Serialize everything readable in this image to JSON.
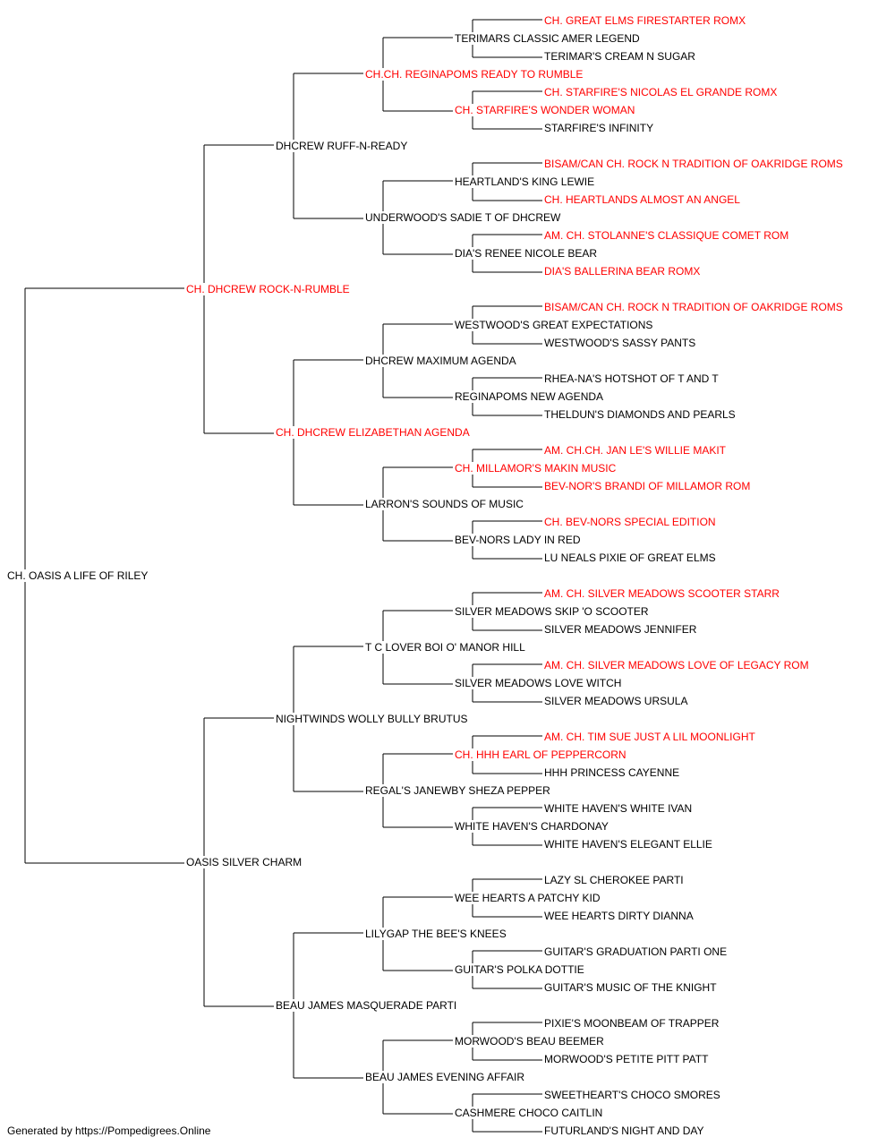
{
  "pedigree": {
    "subject": {
      "name": "CH. OASIS A LIFE OF RILEY",
      "champion": false
    },
    "sire": {
      "name": "CH. DHCREW ROCK-N-RUMBLE",
      "champion": true,
      "sire": {
        "name": "DHCREW RUFF-N-READY",
        "champion": false,
        "sire": {
          "name": "CH.CH. REGINAPOMS READY TO RUMBLE",
          "champion": true,
          "sire": {
            "name": "TERIMARS CLASSIC AMER LEGEND",
            "champion": false,
            "sire": {
              "name": "CH. GREAT ELMS FIRESTARTER ROMX",
              "champion": true
            },
            "dam": {
              "name": "TERIMAR'S CREAM N SUGAR",
              "champion": false
            }
          },
          "dam": {
            "name": "CH. STARFIRE'S WONDER WOMAN",
            "champion": true,
            "sire": {
              "name": "CH. STARFIRE'S NICOLAS EL GRANDE ROMX",
              "champion": true
            },
            "dam": {
              "name": "STARFIRE'S INFINITY",
              "champion": false
            }
          }
        },
        "dam": {
          "name": "UNDERWOOD'S SADIE T OF DHCREW",
          "champion": false,
          "sire": {
            "name": "HEARTLAND'S KING LEWIE",
            "champion": false,
            "sire": {
              "name": "BISAM/CAN CH. ROCK N TRADITION OF OAKRIDGE ROMS",
              "champion": true
            },
            "dam": {
              "name": "CH. HEARTLANDS ALMOST AN ANGEL",
              "champion": true
            }
          },
          "dam": {
            "name": "DIA'S RENEE NICOLE BEAR",
            "champion": false,
            "sire": {
              "name": "AM. CH. STOLANNE'S CLASSIQUE COMET ROM",
              "champion": true
            },
            "dam": {
              "name": "DIA'S BALLERINA BEAR ROMX",
              "champion": true
            }
          }
        }
      },
      "dam": {
        "name": "CH. DHCREW ELIZABETHAN AGENDA",
        "champion": true,
        "sire": {
          "name": "DHCREW MAXIMUM AGENDA",
          "champion": false,
          "sire": {
            "name": "WESTWOOD'S GREAT EXPECTATIONS",
            "champion": false,
            "sire": {
              "name": "BISAM/CAN CH. ROCK N TRADITION OF OAKRIDGE ROMS",
              "champion": true
            },
            "dam": {
              "name": "WESTWOOD'S SASSY PANTS",
              "champion": false
            }
          },
          "dam": {
            "name": "REGINAPOMS NEW AGENDA",
            "champion": false,
            "sire": {
              "name": "RHEA-NA'S HOTSHOT OF T AND T",
              "champion": false
            },
            "dam": {
              "name": "THELDUN'S DIAMONDS AND PEARLS",
              "champion": false
            }
          }
        },
        "dam": {
          "name": "LARRON'S SOUNDS OF MUSIC",
          "champion": false,
          "sire": {
            "name": "CH. MILLAMOR'S MAKIN MUSIC",
            "champion": true,
            "sire": {
              "name": "AM. CH.CH. JAN LE'S WILLIE MAKIT",
              "champion": true
            },
            "dam": {
              "name": "BEV-NOR'S BRANDI OF MILLAMOR ROM",
              "champion": true
            }
          },
          "dam": {
            "name": "BEV-NORS LADY IN RED",
            "champion": false,
            "sire": {
              "name": "CH. BEV-NORS SPECIAL EDITION",
              "champion": true
            },
            "dam": {
              "name": "LU NEALS PIXIE OF GREAT ELMS",
              "champion": false
            }
          }
        }
      }
    },
    "dam": {
      "name": "OASIS SILVER CHARM",
      "champion": false,
      "sire": {
        "name": "NIGHTWINDS WOLLY BULLY BRUTUS",
        "champion": false,
        "sire": {
          "name": "T C LOVER BOI O' MANOR HILL",
          "champion": false,
          "sire": {
            "name": "SILVER MEADOWS SKIP 'O SCOOTER",
            "champion": false,
            "sire": {
              "name": "AM. CH. SILVER MEADOWS SCOOTER STARR",
              "champion": true
            },
            "dam": {
              "name": "SILVER MEADOWS JENNIFER",
              "champion": false
            }
          },
          "dam": {
            "name": "SILVER MEADOWS LOVE WITCH",
            "champion": false,
            "sire": {
              "name": "AM. CH. SILVER MEADOWS LOVE OF LEGACY ROM",
              "champion": true
            },
            "dam": {
              "name": "SILVER MEADOWS URSULA",
              "champion": false
            }
          }
        },
        "dam": {
          "name": "REGAL'S JANEWBY SHEZA PEPPER",
          "champion": false,
          "sire": {
            "name": "CH. HHH EARL OF PEPPERCORN",
            "champion": true,
            "sire": {
              "name": "AM. CH. TIM SUE JUST A LIL MOONLIGHT",
              "champion": true
            },
            "dam": {
              "name": "HHH PRINCESS CAYENNE",
              "champion": false
            }
          },
          "dam": {
            "name": "WHITE HAVEN'S CHARDONAY",
            "champion": false,
            "sire": {
              "name": "WHITE HAVEN'S WHITE IVAN",
              "champion": false
            },
            "dam": {
              "name": "WHITE HAVEN'S ELEGANT ELLIE",
              "champion": false
            }
          }
        }
      },
      "dam": {
        "name": "BEAU JAMES MASQUERADE PARTI",
        "champion": false,
        "sire": {
          "name": "LILYGAP THE BEE'S KNEES",
          "champion": false,
          "sire": {
            "name": "WEE HEARTS A PATCHY KID",
            "champion": false,
            "sire": {
              "name": "LAZY SL CHEROKEE PARTI",
              "champion": false
            },
            "dam": {
              "name": "WEE HEARTS DIRTY DIANNA",
              "champion": false
            }
          },
          "dam": {
            "name": "GUITAR'S POLKA DOTTIE",
            "champion": false,
            "sire": {
              "name": "GUITAR'S GRADUATION PARTI ONE",
              "champion": false
            },
            "dam": {
              "name": "GUITAR'S MUSIC OF THE KNIGHT",
              "champion": false
            }
          }
        },
        "dam": {
          "name": "BEAU JAMES EVENING AFFAIR",
          "champion": false,
          "sire": {
            "name": "MORWOOD'S BEAU BEEMER",
            "champion": false,
            "sire": {
              "name": "PIXIE'S MOONBEAM OF TRAPPER",
              "champion": false
            },
            "dam": {
              "name": "MORWOOD'S PETITE PITT PATT",
              "champion": false
            }
          },
          "dam": {
            "name": "CASHMERE CHOCO CAITLIN",
            "champion": false,
            "sire": {
              "name": "SWEETHEART'S CHOCO SMORES",
              "champion": false
            },
            "dam": {
              "name": "FUTURLAND'S NIGHT AND DAY",
              "champion": false
            }
          }
        }
      }
    }
  },
  "footer": "Generated by https://Pompedigrees.Online",
  "colors": {
    "champion": "#ff0000",
    "regular": "#000000",
    "line": "#000000"
  }
}
